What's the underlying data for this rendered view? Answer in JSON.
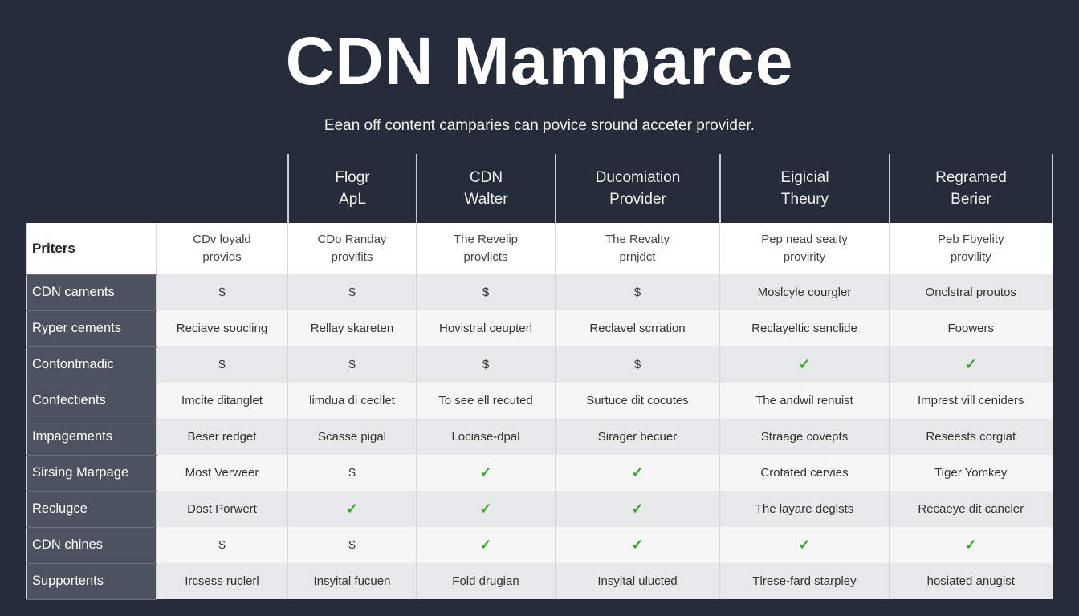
{
  "title": "CDN Mamparce",
  "subtitle": "Eean off content camparies can povice sround acceter provider.",
  "column_headers": [
    "Flogr\nApL",
    "CDN\nWalter",
    "Ducomiation\nProvider",
    "Eigicial\nTheury",
    "Regramed\nBerier"
  ],
  "top_row": {
    "label": "Priters",
    "cells": [
      "CDv loyald\nprovids",
      "CDo Randay\nprovifits",
      "The Revelip\nprovlicts",
      "The Revalty\nprnjdct",
      "Pep nead seaity\nprovirity",
      "Peb Fbyelity\nprovility"
    ]
  },
  "rows": [
    {
      "label": "CDN caments",
      "cells": [
        "$",
        "$",
        "$",
        "$",
        "Moslcyle courgler",
        "Onclstral proutos"
      ]
    },
    {
      "label": "Ryper cements",
      "cells": [
        "Reciave soucling",
        "Rellay skareten",
        "Hovistral ceupterl",
        "Reclavel scrration",
        "Reclayeltic senclide",
        "Foowers"
      ]
    },
    {
      "label": "Contontmadic",
      "cells": [
        "$",
        "$",
        "$",
        "$",
        "✓",
        "✓"
      ]
    },
    {
      "label": "Confectients",
      "cells": [
        "Imcite ditanglet",
        "limdua di cecllet",
        "To see ell recuted",
        "Surtuce dit cocutes",
        "The andwil renuist",
        "Imprest vill ceniders"
      ]
    },
    {
      "label": "Impagements",
      "cells": [
        "Beser redget",
        "Scasse pigal",
        "Lociase-dpal",
        "Sirager becuer",
        "Straage covepts",
        "Reseests corgiat"
      ]
    },
    {
      "label": "Sirsing Marpage",
      "cells": [
        "Most Verweer",
        "$",
        "✓",
        "✓",
        "Crotated cervies",
        "Tiger Yomkey"
      ]
    },
    {
      "label": "Reclugce",
      "cells": [
        "Dost Porwert",
        "✓",
        "✓",
        "✓",
        "The layare deglsts",
        "Recaeye dit cancler"
      ]
    },
    {
      "label": "CDN chines",
      "cells": [
        "$",
        "$",
        "✓",
        "✓",
        "✓",
        "✓"
      ]
    },
    {
      "label": "Supportents",
      "cells": [
        "Ircsess ruclerl",
        "Insyital fucuen",
        "Fold drugian",
        "Insyital ulucted",
        "Tlrese-fard starpley",
        "hosiated anugist"
      ]
    }
  ],
  "colors": {
    "background": "#252d3b",
    "label_column": "#4a535f",
    "check": "#3aa52f"
  }
}
